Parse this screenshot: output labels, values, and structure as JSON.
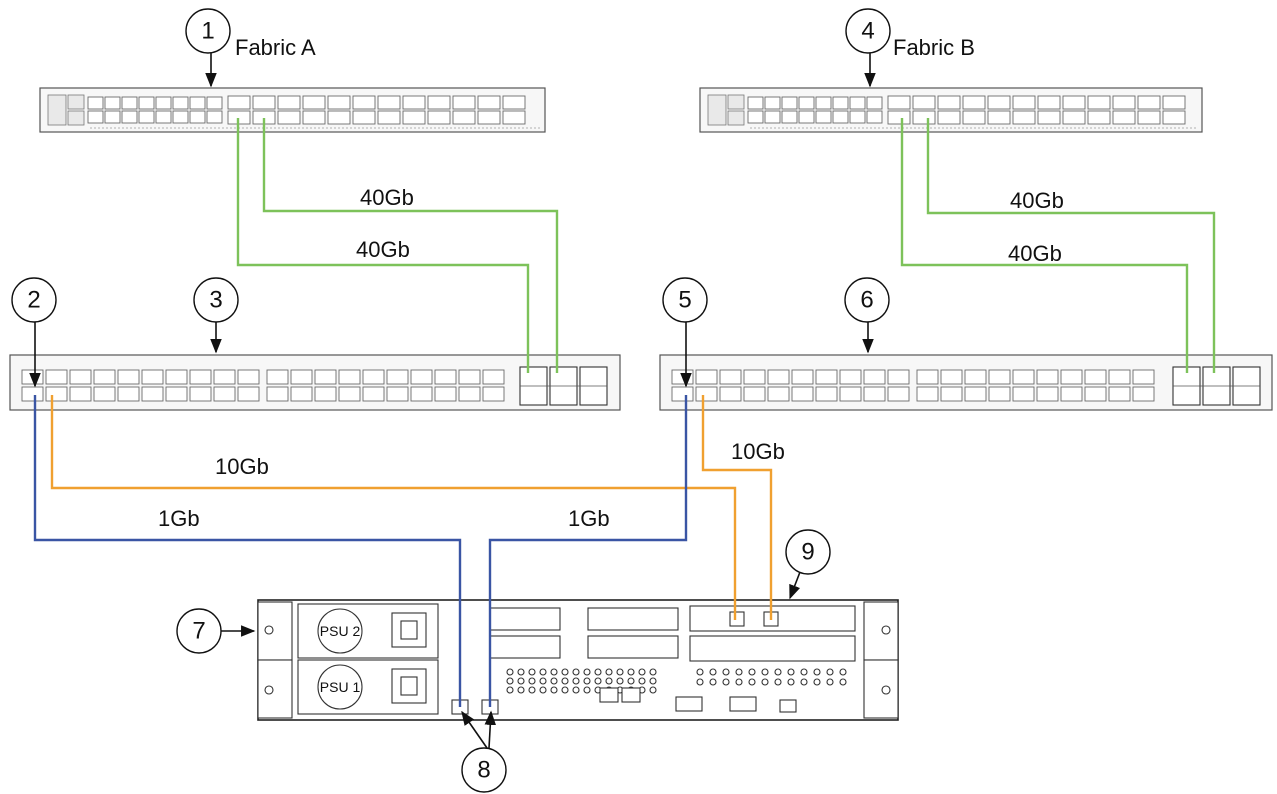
{
  "colors": {
    "cable_40gb": "#7dc25a",
    "cable_10gb": "#f0a030",
    "cable_1gb": "#3a55a4"
  },
  "callouts": {
    "c1": "1",
    "c2": "2",
    "c3": "3",
    "c4": "4",
    "c5": "5",
    "c6": "6",
    "c7": "7",
    "c8": "8",
    "c9": "9"
  },
  "labels": {
    "fabric_a": "Fabric A",
    "fabric_b": "Fabric B",
    "a_40gb_upper": "40Gb",
    "a_40gb_lower": "40Gb",
    "b_40gb_upper": "40Gb",
    "b_40gb_lower": "40Gb",
    "left_10gb": "10Gb",
    "right_10gb": "10Gb",
    "left_1gb": "1Gb",
    "right_1gb": "1Gb"
  },
  "server": {
    "psu_top": "PSU 2",
    "psu_bottom": "PSU 1"
  }
}
